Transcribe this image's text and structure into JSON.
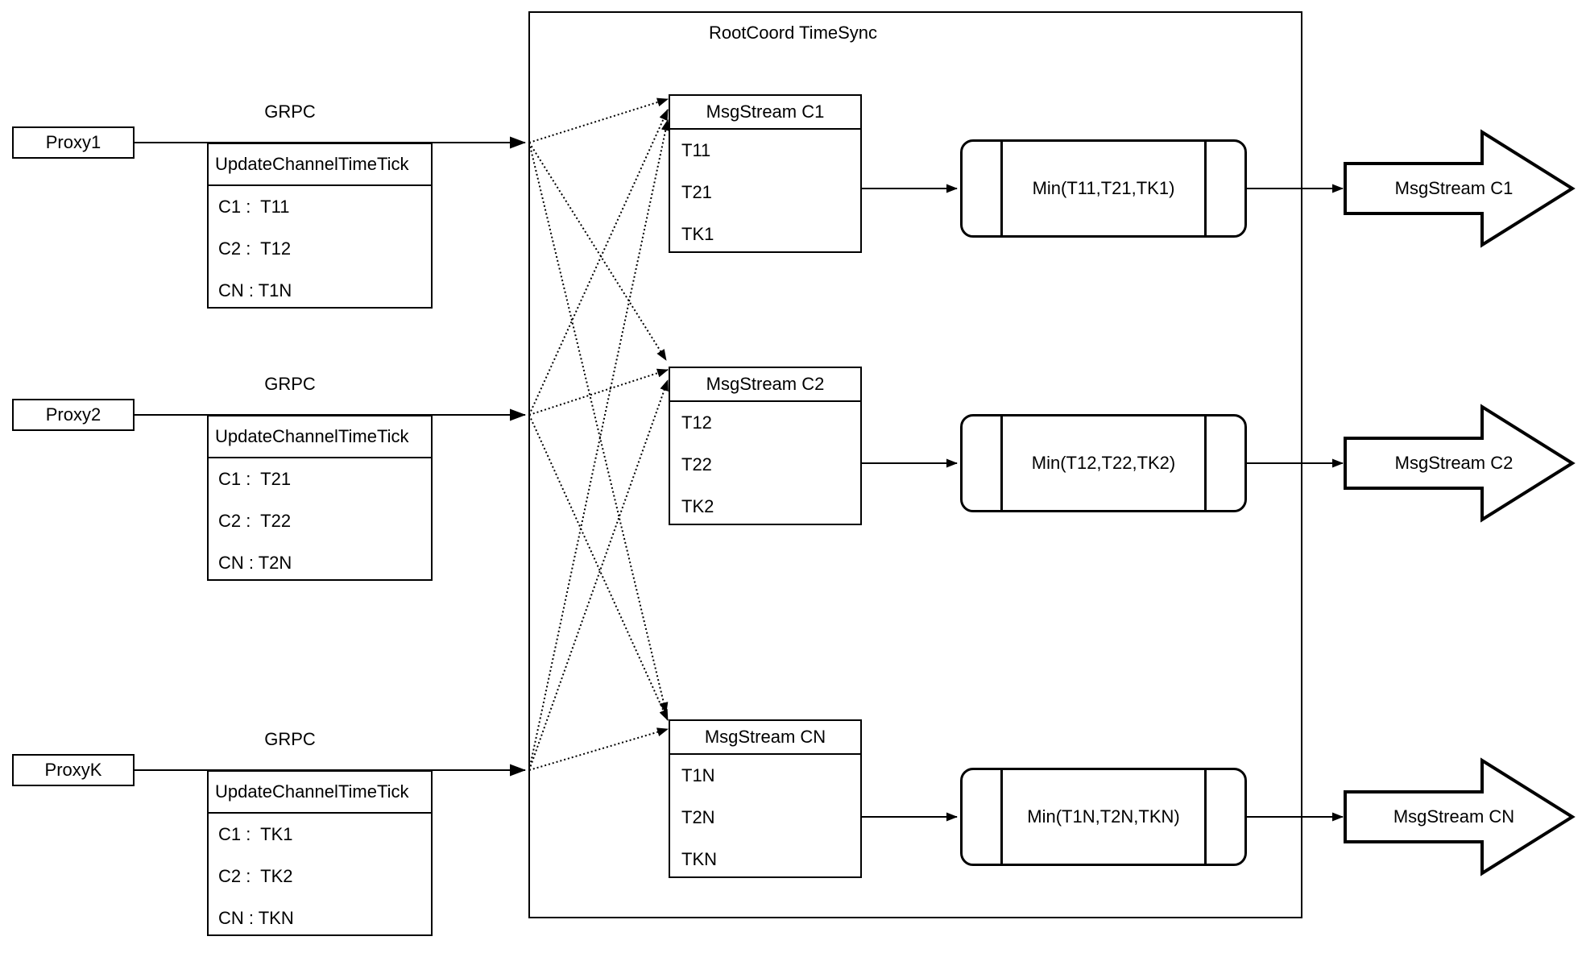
{
  "diagram": {
    "title": "RootCoord TimeSync",
    "proxies": [
      {
        "name": "Proxy1",
        "grpc_label": "GRPC",
        "table_header": "UpdateChannelTimeTick",
        "rows": [
          "C1 :  T11",
          "C2 :  T12",
          "CN : T1N"
        ]
      },
      {
        "name": "Proxy2",
        "grpc_label": "GRPC",
        "table_header": "UpdateChannelTimeTick",
        "rows": [
          "C1 :  T21",
          "C2 :  T22",
          "CN : T2N"
        ]
      },
      {
        "name": "ProxyK",
        "grpc_label": "GRPC",
        "table_header": "UpdateChannelTimeTick",
        "rows": [
          "C1 :  TK1",
          "C2 :  TK2",
          "CN : TKN"
        ]
      }
    ],
    "streams": [
      {
        "header": "MsgStream C1",
        "rows": [
          "T11",
          "T21",
          "TK1"
        ],
        "min_label": "Min(T11,T21,TK1)",
        "output_label": "MsgStream C1"
      },
      {
        "header": "MsgStream C2",
        "rows": [
          "T12",
          "T22",
          "TK2"
        ],
        "min_label": "Min(T12,T22,TK2)",
        "output_label": "MsgStream C2"
      },
      {
        "header": "MsgStream CN",
        "rows": [
          "T1N",
          "T2N",
          "TKN"
        ],
        "min_label": "Min(T1N,T2N,TKN)",
        "output_label": "MsgStream CN"
      }
    ],
    "colors": {
      "stroke": "#000000",
      "background": "#ffffff"
    }
  }
}
